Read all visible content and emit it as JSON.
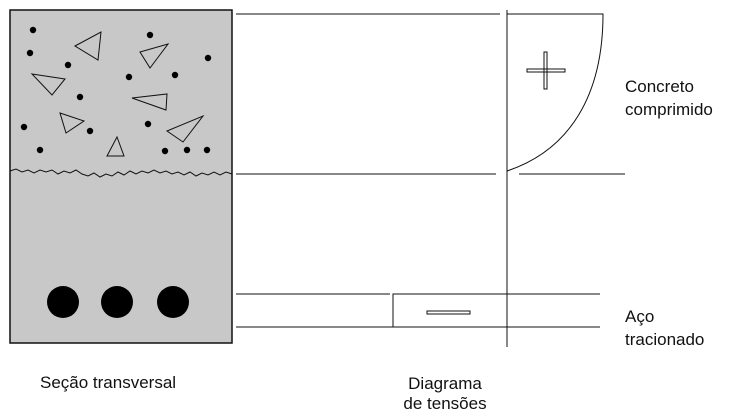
{
  "labels": {
    "section": "Seção transversal",
    "diagram_line1": "Diagrama",
    "diagram_line2": "de tensões",
    "concrete_line1": "Concreto",
    "concrete_line2": "comprimido",
    "steel_line1": "Aço",
    "steel_line2": "tracionado"
  },
  "symbols": {
    "compression": "plus-sign",
    "tension": "minus-sign"
  },
  "colors": {
    "section_fill": "#c8c8c8",
    "line": "#111111",
    "rebar": "#000000"
  }
}
